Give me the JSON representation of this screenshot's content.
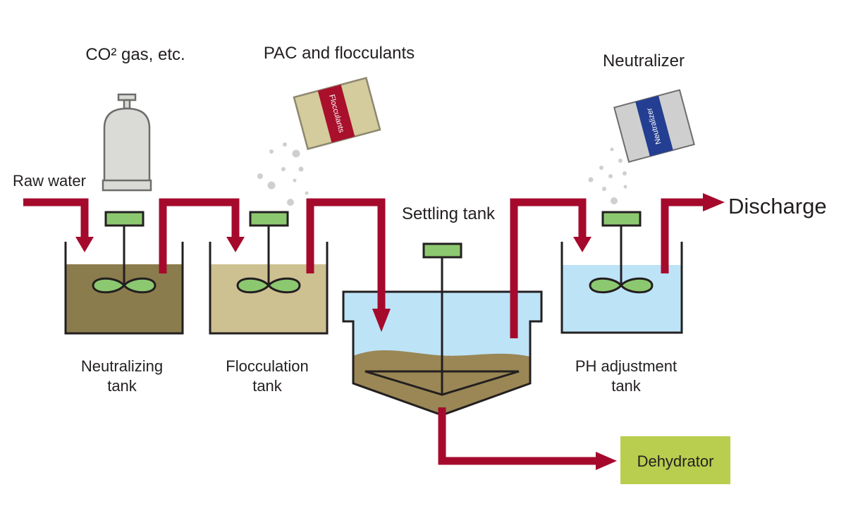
{
  "labels": {
    "co2": "CO² gas, etc.",
    "pac": "PAC and flocculants",
    "neutralizer": "Neutralizer",
    "raw_water": "Raw water",
    "settling_tank": "Settling tank",
    "discharge": "Discharge",
    "neutralizing_tank": [
      "Neutralizing",
      "tank"
    ],
    "flocculation_tank": [
      "Flocculation",
      "tank"
    ],
    "ph_adjustment_tank": [
      "PH adjustment",
      "tank"
    ],
    "dehydrator": "Dehydrator"
  },
  "bags": {
    "flocculants": "Flocculants",
    "neutralizer": "Neutralizer"
  },
  "colors": {
    "pipe": "#a50a2d",
    "mixer_head": "#8cc870",
    "impeller": "#8cc870",
    "neutralizing_water": "#8a7c4c",
    "flocculation_water": "#cdc192",
    "clean_water": "#bde3f7",
    "sludge": "#9a8755",
    "dehydrator_box": "#b9cd4e",
    "gas_cylinder": "#dadad6",
    "pac_bag": "#d4cc9c",
    "pac_label": "#a8102c",
    "neutralizer_bag": "#cfcfcf",
    "neutralizer_label": "#243e92"
  }
}
